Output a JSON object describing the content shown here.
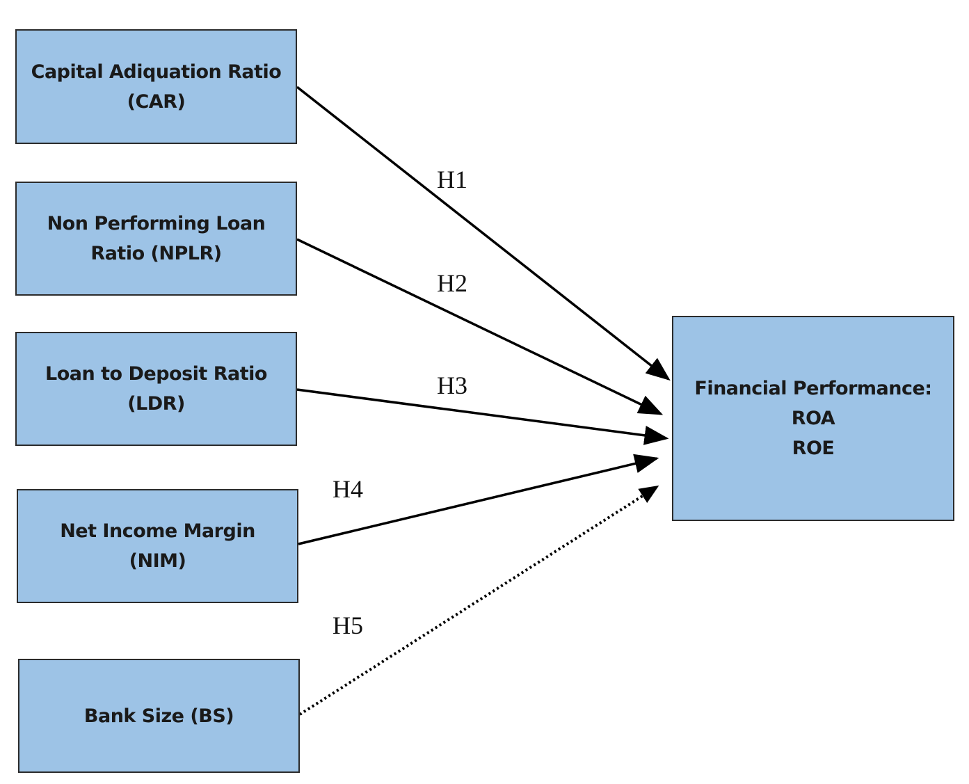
{
  "boxes": {
    "car": {
      "line1": "Capital Adiquation Ratio",
      "line2": "(CAR)"
    },
    "nplr": {
      "line1": "Non Performing Loan",
      "line2": "Ratio (NPLR)"
    },
    "ldr": {
      "line1": "Loan to Deposit Ratio",
      "line2": "(LDR)"
    },
    "nim": {
      "line1": "Net Income Margin",
      "line2": "(NIM)"
    },
    "bs": {
      "line1": "Bank Size (BS)"
    },
    "fp": {
      "line1": "Financial Performance:",
      "line2": "ROA",
      "line3": "ROE"
    }
  },
  "hypotheses": {
    "h1": "H1",
    "h2": "H2",
    "h3": "H3",
    "h4": "H4",
    "h5": "H5"
  },
  "links": [
    {
      "from": "car",
      "to": "fp",
      "label": "H1",
      "style": "solid"
    },
    {
      "from": "nplr",
      "to": "fp",
      "label": "H2",
      "style": "solid"
    },
    {
      "from": "ldr",
      "to": "fp",
      "label": "H3",
      "style": "solid"
    },
    {
      "from": "nim",
      "to": "fp",
      "label": "H4",
      "style": "solid"
    },
    {
      "from": "bs",
      "to": "fp",
      "label": "H5",
      "style": "dotted"
    }
  ],
  "colors": {
    "box_fill": "#9dc3e6",
    "box_border": "#2b2b2b",
    "arrow": "#000000"
  }
}
